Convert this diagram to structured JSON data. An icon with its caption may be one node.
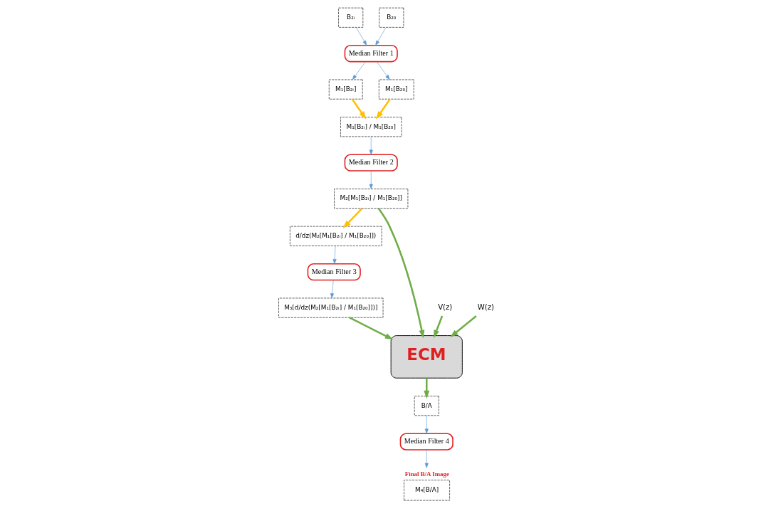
{
  "diagram": {
    "nodes": [
      {
        "text": [
          "B₂ᵢ"
        ]
      },
      {
        "text": [
          "B₂₀"
        ]
      },
      {
        "text": [
          "Median Filter 1"
        ]
      },
      {
        "text": [
          "M₁[B₂ᵢ]"
        ]
      },
      {
        "text": [
          "M₁[B₂₀]"
        ]
      },
      {
        "text": [
          "M₁[B₂ᵢ] / M₁[B₂₀]"
        ]
      },
      {
        "text": [
          "Median Filter 2"
        ]
      },
      {
        "text": [
          "M₂[M₁[B₂ᵢ] / M₁[B₂₀]]"
        ]
      },
      {
        "text": [
          "d/dz(M₂[M₁[B₂ᵢ] / M₁[B₂₀]])"
        ]
      },
      {
        "text": [
          "Median Filter 3"
        ]
      },
      {
        "text": [
          "M₃[d/dz(M₂[M₁[B₂ᵢ] / M₁[B₂₀]])]"
        ]
      },
      {
        "text": [
          "ECM"
        ]
      },
      {
        "text": [
          "V(z)"
        ]
      },
      {
        "text": [
          "W(z)"
        ]
      },
      {
        "text": [
          "B/A"
        ]
      },
      {
        "text": [
          "Median Filter 4"
        ]
      },
      {
        "text": [
          "Final B/A Image",
          "M₄[B/A]"
        ]
      }
    ],
    "edges": [
      {
        "from": 0,
        "to": 2,
        "arrow": "to"
      },
      {
        "from": 1,
        "to": 2,
        "arrow": "to"
      },
      {
        "from": 2,
        "to": 3,
        "arrow": "to"
      },
      {
        "from": 2,
        "to": 4,
        "arrow": "to"
      },
      {
        "from": 3,
        "to": 5,
        "arrow": "to",
        "style": "thick",
        "color": "#ffc000"
      },
      {
        "from": 4,
        "to": 5,
        "arrow": "to",
        "style": "thick",
        "color": "#ffc000"
      },
      {
        "from": 5,
        "to": 6,
        "arrow": "to"
      },
      {
        "from": 6,
        "to": 7,
        "arrow": "to"
      },
      {
        "from": 7,
        "to": 8,
        "arrow": "to",
        "style": "thick",
        "color": "#ffc000"
      },
      {
        "from": 8,
        "to": 9,
        "arrow": "to"
      },
      {
        "from": 9,
        "to": 10,
        "arrow": "to"
      },
      {
        "from": 10,
        "to": 11,
        "arrow": "to",
        "style": "thick",
        "color": "#70ad47"
      },
      {
        "from": 7,
        "to": 11,
        "arrow": "to",
        "style": "thick",
        "color": "#70ad47"
      },
      {
        "from": 12,
        "to": 11,
        "arrow": "to",
        "style": "thick",
        "color": "#70ad47"
      },
      {
        "from": 13,
        "to": 11,
        "arrow": "to",
        "style": "thick",
        "color": "#70ad47"
      },
      {
        "from": 11,
        "to": 14,
        "arrow": "to",
        "style": "thick",
        "color": "#70ad47"
      },
      {
        "from": 14,
        "to": 15,
        "arrow": "to"
      },
      {
        "from": 15,
        "to": 16,
        "arrow": "to"
      }
    ]
  }
}
